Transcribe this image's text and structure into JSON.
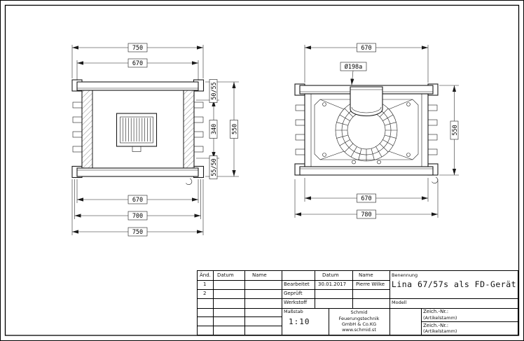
{
  "sheet": {
    "views": {
      "top_view": {
        "dim_top_overall": "750",
        "dim_top_inner": "670",
        "dim_side_top": "50/55",
        "dim_side_mid": "340",
        "dim_side_bottom": "55/50",
        "dim_side_overall": "550",
        "dim_bottom_inner": "670",
        "dim_bottom_mid": "700",
        "dim_bottom_overall": "750"
      },
      "front_view": {
        "dim_top": "670",
        "dim_flue_diameter": "Ø198a",
        "dim_side_overall": "550",
        "dim_bottom_inner": "670",
        "dim_bottom_overall": "780"
      }
    },
    "title_block": {
      "revision_table": {
        "headers": {
          "change": "Änd.",
          "date": "Datum",
          "name": "Name"
        },
        "rows": [
          "1",
          "2"
        ]
      },
      "approval": {
        "header_date": "Datum",
        "header_name": "Name",
        "edited_label": "Bearbeitet",
        "edited_date": "30.01.2017",
        "edited_name": "Pierre Wilke",
        "checked_label": "Geprüft",
        "material_label": "Werkstoff",
        "scale_label": "Maßstab",
        "scale_value": "1:10"
      },
      "company": {
        "lines": [
          "Schmid",
          "Feuerungstechnik",
          "GmbH & Co.KG",
          "www.schmid.st"
        ]
      },
      "designation": {
        "label": "Benennung",
        "title": "Lina 67/57s als FD-Gerät"
      },
      "model_label": "Modell",
      "drawing_numbers": [
        {
          "label": "Zeich.-Nr.:",
          "value": "(Artikelstamm)"
        },
        {
          "label": "Zeich.-Nr.:",
          "value": "(Artikelstamm)"
        }
      ]
    }
  }
}
